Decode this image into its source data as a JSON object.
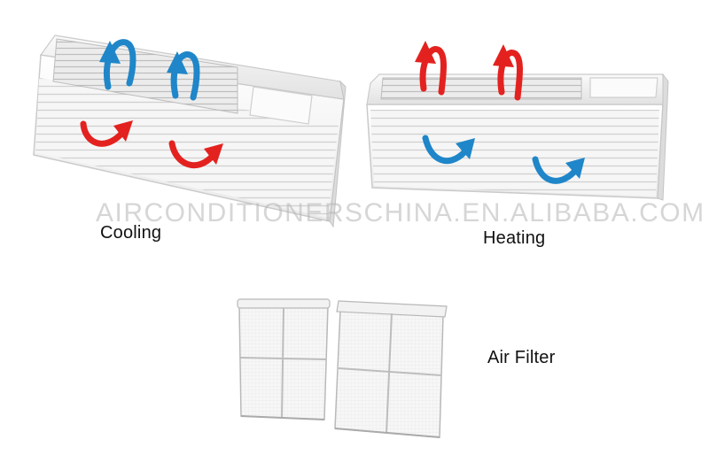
{
  "labels": {
    "cooling": "Cooling",
    "heating": "Heating",
    "air_filter": "Air Filter"
  },
  "watermark": "AIRCONDITIONERSCHINA.EN.ALIBABA.COM",
  "colors": {
    "cool_air": "#1f86c9",
    "warm_air": "#e3221f",
    "unit_body": "#f3f3f3",
    "unit_outline": "#c9c9c9"
  },
  "units": [
    {
      "mode": "cooling",
      "upper_arrows": "cool-air",
      "lower_arrows": "warm-air"
    },
    {
      "mode": "heating",
      "upper_arrows": "warm-air",
      "lower_arrows": "cool-air"
    }
  ],
  "filters_count": 2
}
